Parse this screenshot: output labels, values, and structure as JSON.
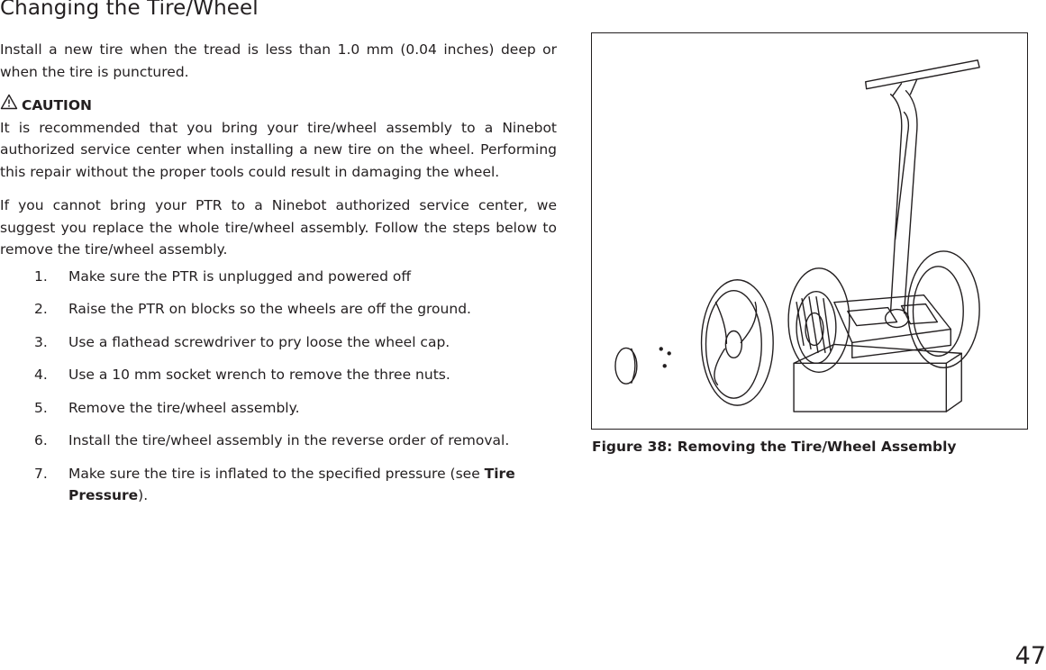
{
  "heading": "Changing the Tire/Wheel",
  "intro": "Install a new tire when the tread is less than 1.0 mm (0.04 inches) deep or when the tire is punctured.",
  "caution": {
    "icon": "warning-triangle-icon",
    "title": "CAUTION",
    "body": "It is recommended that you bring your tire/wheel assembly to a Ninebot authorized service center when installing a new tire on the wheel. Performing this repair without the proper tools could result in damaging the wheel."
  },
  "para2": "If you cannot bring your PTR to a Ninebot authorized service center, we suggest you replace the whole tire/wheel assembly. Follow the steps below to remove the tire/wheel assembly.",
  "steps": [
    {
      "num": "1.",
      "text": "Make sure the PTR is unplugged and powered off"
    },
    {
      "num": "2.",
      "text": "Raise the PTR on blocks so the wheels are off the ground."
    },
    {
      "num": "3.",
      "text": "Use a flathead screwdriver to pry loose the wheel cap."
    },
    {
      "num": "4.",
      "text": "Use a 10 mm socket wrench to remove the three nuts."
    },
    {
      "num": "5.",
      "text": "Remove the tire/wheel assembly."
    },
    {
      "num": "6.",
      "text": "Install the tire/wheel assembly in the reverse order of removal."
    },
    {
      "num": "7.",
      "text": "Make sure the tire is inflated to the specified pressure (see ",
      "link": "Tire Pressure",
      "after": ")."
    }
  ],
  "figure": {
    "caption": "Figure 38:  Removing the Tire/Wheel Assembly"
  },
  "page_number": "47"
}
